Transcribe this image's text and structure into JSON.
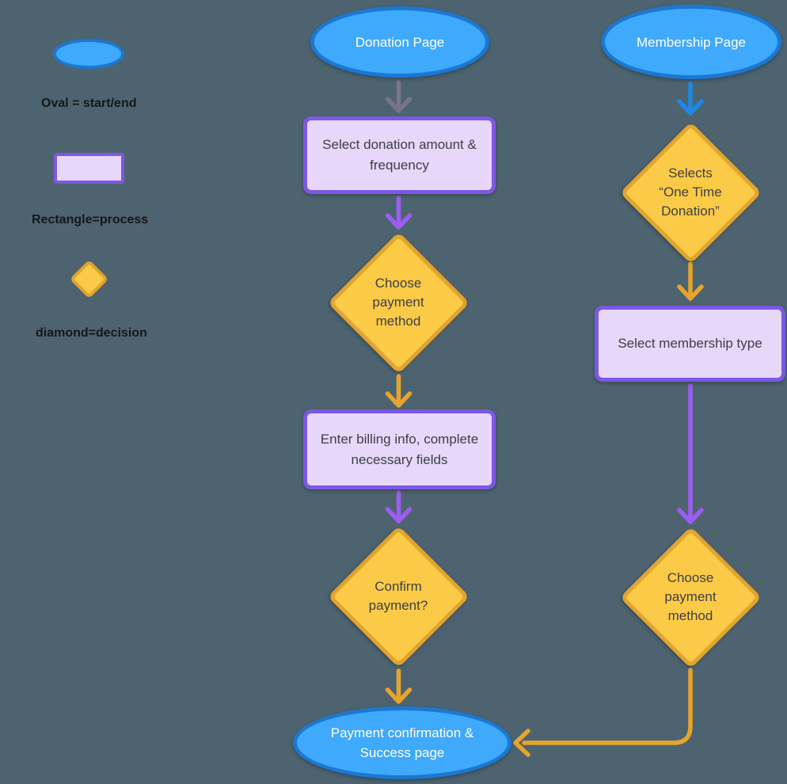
{
  "palette": {
    "background": "#4D6470",
    "oval_fill": "#3FA9FB",
    "oval_border": "#1B78D2",
    "rect_fill": "#E6D7FB",
    "rect_border": "#7E57E3",
    "diamond_fill": "#FBCB47",
    "diamond_border": "#E2A42E",
    "arrow_gray": "#7A7488",
    "arrow_purple": "#9D5CF4",
    "arrow_blue": "#1E88E5",
    "arrow_orange": "#E8A42C",
    "node_text": "#3E3E46",
    "oval_text": "#FFFFFF",
    "legend_text": "#161616"
  },
  "legend": {
    "oval_label": "Oval = start/end",
    "rect_label": "Rectangle=process",
    "diamond_label": "diamond=decision"
  },
  "flowchart": {
    "donation_start": "Donation Page",
    "select_amount": "Select donation amount &\nfrequency",
    "choose_payment_1": "Choose\npayment\nmethod",
    "billing_info": "Enter billing info, complete\nnecessary fields",
    "confirm_payment": "Confirm\npayment?",
    "success_end": "Payment confirmation &\nSuccess page",
    "membership_start": "Membership Page",
    "selects_one_time": "Selects\n“One Time\nDonation”",
    "membership_type": "Select membership type",
    "choose_payment_2": "Choose\npayment\nmethod"
  }
}
